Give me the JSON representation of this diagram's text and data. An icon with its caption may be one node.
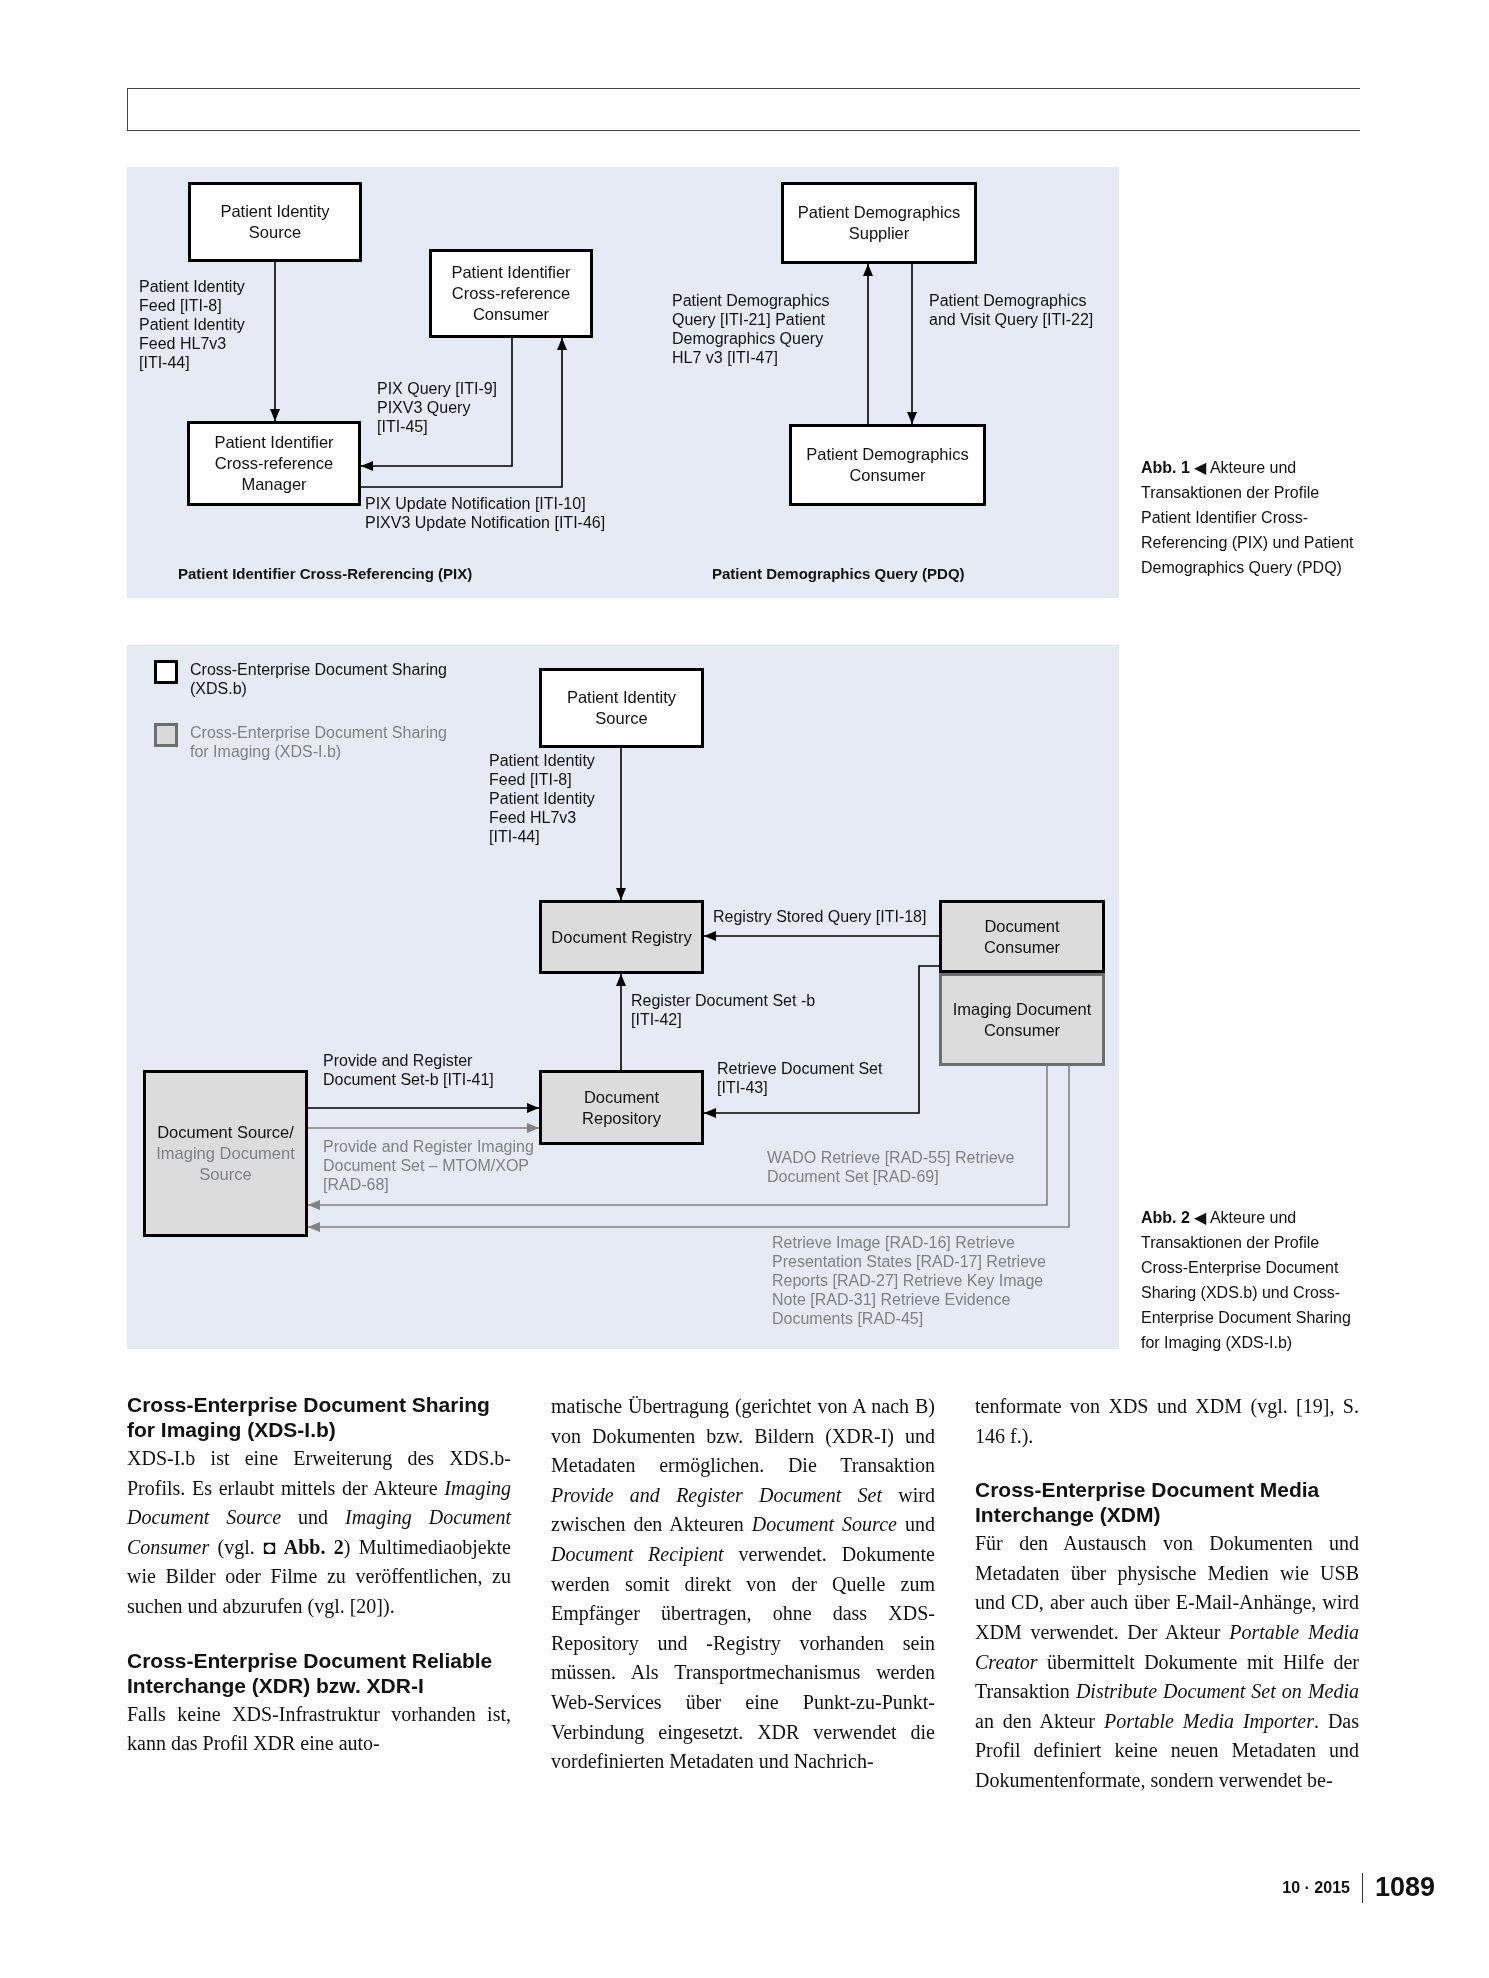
{
  "diagram": {
    "nodes": [
      {
        "text": [
          "Patient Identifier Cross-Referencing (PIX)",
          "Patient Demographics Query (PDQ)"
        ]
      },
      {
        "text": [
          "Patient Identity Source"
        ],
        "in": 0
      },
      {
        "text": [
          "Patient Identifier Cross-reference Consumer"
        ],
        "in": 0
      },
      {
        "text": [
          "Patient Identifier Cross-reference Manager"
        ],
        "in": 0
      },
      {
        "text": [
          "Patient Demographics Supplier"
        ],
        "in": 0
      },
      {
        "text": [
          "Patient Demographics Consumer"
        ],
        "in": 0
      },
      {
        "text": [],
        "shape": "box"
      },
      {
        "text": [
          "Patient Identity Source"
        ],
        "in": 6
      },
      {
        "text": [
          "Document Registry"
        ],
        "in": 6
      },
      {
        "text": [
          "Document Consumer"
        ],
        "in": 6
      },
      {
        "text": [
          "Imaging Document Consumer"
        ],
        "in": 6
      },
      {
        "text": [
          "Document Source/",
          "Imaging Document Source"
        ],
        "in": 6
      },
      {
        "text": [
          "Document Repository"
        ],
        "in": 6
      }
    ],
    "edges": [
      {
        "from": 1,
        "to": 3,
        "arrow": "to",
        "label": "Patient Identity Feed [ITI-8] Patient Identity Feed HL7v3 [ITI-44]"
      },
      {
        "from": 2,
        "to": 3,
        "arrow": "to",
        "label": "PIX Query [ITI-9] PIXV3 Query [ITI-45]"
      },
      {
        "from": 3,
        "to": 2,
        "arrow": "to",
        "label": "PIX Update Notification [ITI-10] PIXV3 Update Notification [ITI-46]"
      },
      {
        "from": 5,
        "to": 4,
        "arrow": "to",
        "label": "Patient Demographics Query [ITI-21] Patient Demographics Query HL7 v3 [ITI-47]"
      },
      {
        "from": 4,
        "to": 5,
        "arrow": "to",
        "label": "Patient Demographics and Visit Query [ITI-22]"
      },
      {
        "from": 7,
        "to": 8,
        "arrow": "to",
        "label": "Patient Identity Feed [ITI-8] Patient Identity Feed HL7v3 [ITI-44]"
      },
      {
        "from": 9,
        "to": 8,
        "arrow": "to",
        "label": "Registry Stored Query [ITI-18]"
      },
      {
        "from": 12,
        "to": 8,
        "arrow": "to",
        "label": "Register Document Set -b [ITI-42]"
      },
      {
        "from": 9,
        "to": 12,
        "arrow": "to",
        "label": "Retrieve Document Set [ITI-43]"
      },
      {
        "from": 11,
        "to": 12,
        "arrow": "to",
        "label": "Provide and Register Document Set-b [ITI-41]"
      },
      {
        "from": 11,
        "to": 12,
        "arrow": "to",
        "color": "#808285",
        "label": "Provide and Register Imaging Document Set – MTOM/XOP [RAD-68]"
      },
      {
        "from": 10,
        "to": 11,
        "arrow": "to",
        "color": "#808285",
        "label": "WADO Retrieve [RAD-55] Retrieve Document Set [RAD-69]"
      },
      {
        "from": 10,
        "to": 11,
        "arrow": "to",
        "color": "#808285",
        "label": "Retrieve Image [RAD-16] Retrieve Presentation States [RAD-17] Retrieve Reports [RAD-27] Retrieve Key Image Note [RAD-31] Retrieve Evidence Documents [RAD-45]"
      }
    ],
    "labels": [
      "**Abb. 1** ◀ Akteure und Transaktionen der Profile Patient Identifier Cross-Referencing (PIX) und Patient Demographics Query (PDQ)",
      "**Abb. 2** ◀ Akteure und Transaktionen der Profile Cross-Enterprise Document Sharing (XDS.b) und Cross-Enterprise Document Sharing for Imaging (XDS-I.b)",
      "Cross-Enterprise Document Sharing for Imaging (XDS-I.b)",
      "XDS-I.b ist eine Erweiterung des XDS.b-Profils. Es erlaubt mittels der Akteure *Imaging Document Source* und *Imaging Document Consumer* (vgl. ◘ **Abb. 2**) Multimediaobjekte wie Bilder oder Filme zu veröffentlichen, zu suchen und abzurufen (vgl. [20]).",
      "Cross-Enterprise Document Reliable Interchange (XDR) bzw. XDR-I",
      "Falls keine XDS-Infrastruktur vorhanden ist, kann das Profil XDR eine auto-",
      "matische Übertragung (gerichtet von A nach B) von Dokumenten bzw. Bildern (XDR-I) und Metadaten ermöglichen. Die Transaktion *Provide and Register Document Set* wird zwischen den Akteuren *Document Source* und *Document Recipient* verwendet. Dokumente werden somit direkt von der Quelle zum Empfänger übertragen, ohne dass XDS-Repository und -Registry vorhanden sein müssen. Als Transportmechanismus werden Web-Services über eine Punkt-zu-Punkt-Verbindung eingesetzt. XDR verwendet die vordefinierten Metadaten und Nachrich-",
      "tenformate von XDS und XDM (vgl. [19], S. 146 f.).",
      "Cross-Enterprise Document Media Interchange (XDM)",
      "Für den Austausch von Dokumenten und Metadaten über physische Medien wie USB und CD, aber auch über E-Mail-Anhänge, wird XDM verwendet. Der Akteur *Portable Media Creator* übermittelt Dokumente mit Hilfe der Transaktion *Distribute Document Set on Media* an den Akteur *Portable Media Importer*. Das Profil definiert keine neuen Metadaten und Dokumentenformate, sondern verwendet be-",
      "10 · 2015",
      "1089"
    ],
    "legend": [
      {
        "text": "Cross-Enterprise Document Sharing (XDS.b)",
        "color": "#ffffff"
      },
      {
        "text": "Cross-Enterprise Document Sharing for Imaging (XDS-I.b)",
        "color": "#d9d9d9"
      }
    ]
  }
}
